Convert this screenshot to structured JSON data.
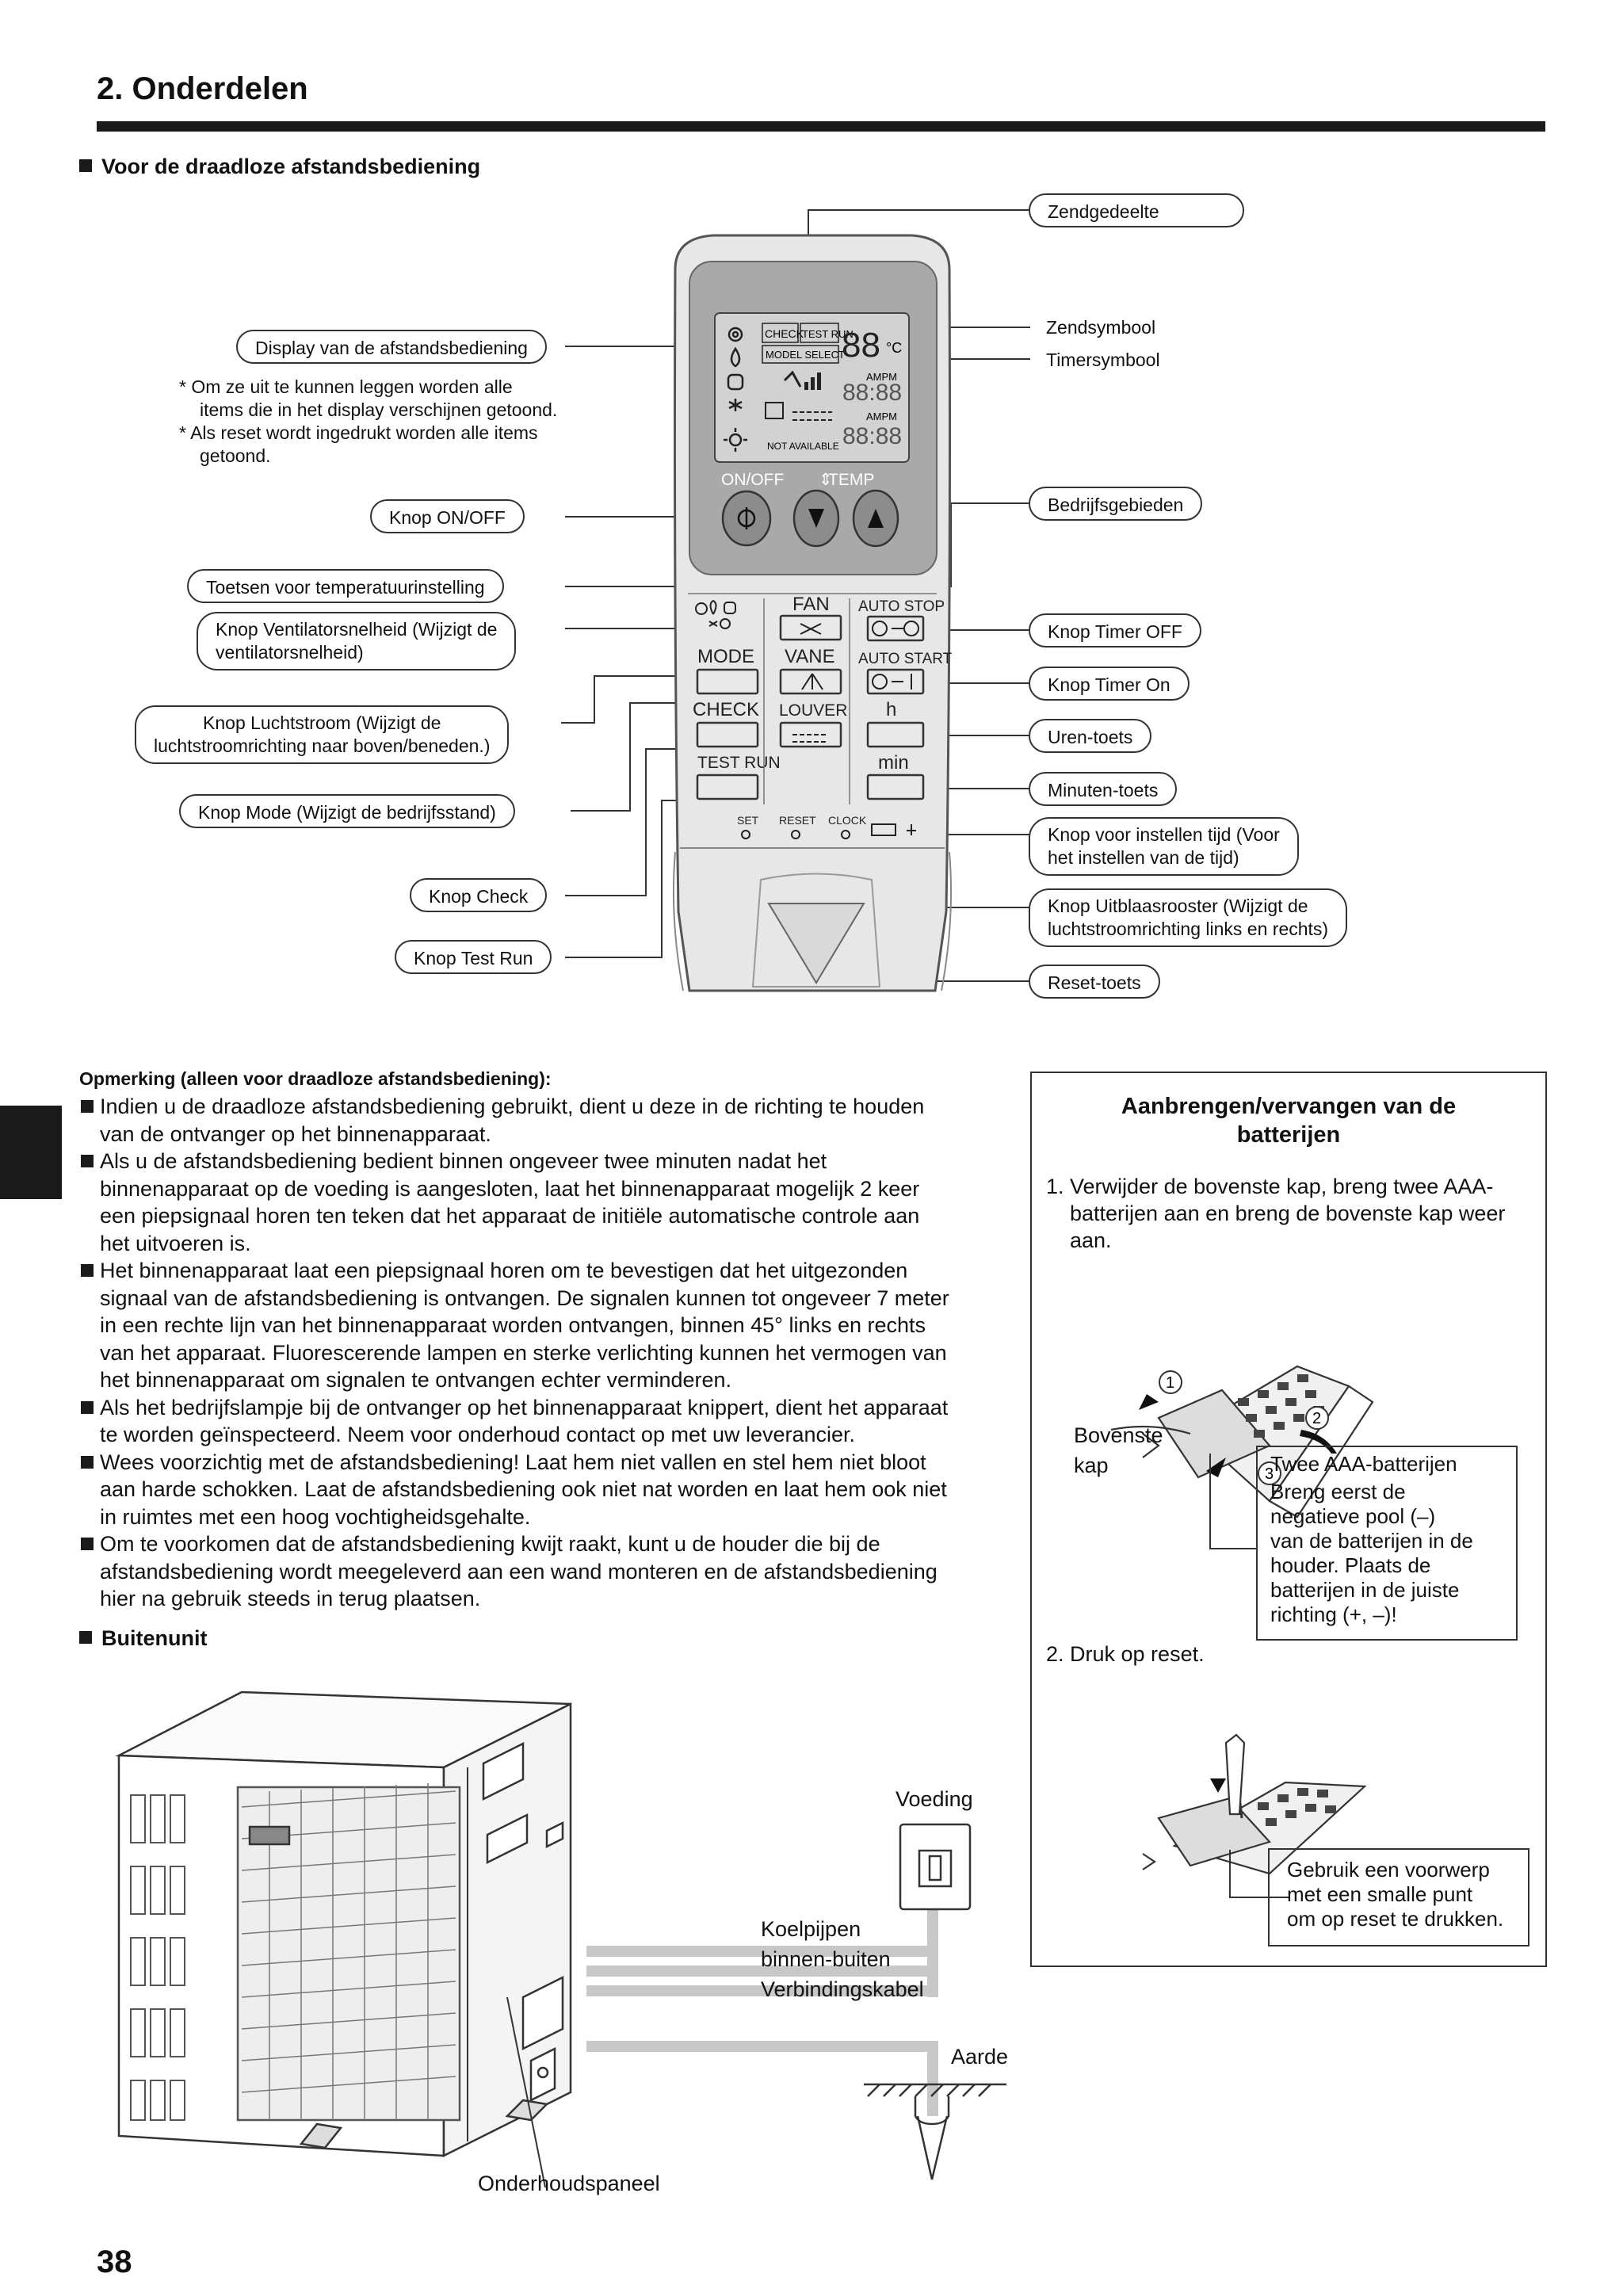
{
  "header": {
    "title": "2. Onderdelen"
  },
  "remote_section": {
    "title": "Voor de draadloze afstandsbediening"
  },
  "remote_labels": {
    "transmitter": "Zendgedeelte",
    "display": "Display van de afstandsbediening",
    "display_notes": [
      "* Om ze uit te kunnen leggen worden alle",
      "items die in het display verschijnen getoond.",
      "* Als reset wordt ingedrukt worden alle items",
      "getoond."
    ],
    "send_symbol": "Zendsymbool",
    "timer_symbol": "Timersymbool",
    "on_off": "Knop ON/OFF",
    "operating_areas": "Bedrijfsgebieden",
    "temp_keys": "Toetsen voor temperatuurinstelling",
    "fan_speed_line1": "Knop Ventilatorsnelheid  (Wijzigt de",
    "fan_speed_line2": "ventilatorsnelheid)",
    "timer_off": "Knop Timer OFF",
    "timer_on": "Knop Timer On",
    "airflow_line1": "Knop Luchtstroom (Wijzigt de",
    "airflow_line2": "luchtstroomrichting naar boven/beneden.)",
    "hours": "Uren-toets",
    "minutes": "Minuten-toets",
    "mode": "Knop Mode (Wijzigt de bedrijfsstand)",
    "clock_line1": "Knop voor instellen tijd (Voor",
    "clock_line2": "het instellen van de tijd)",
    "check": "Knop Check",
    "louver_line1": "Knop Uitblaasrooster (Wijzigt de",
    "louver_line2": "luchtstroomrichting links en rechts)",
    "test_run": "Knop Test Run",
    "reset": "Reset-toets"
  },
  "remote_face": {
    "lcd_check": "CHECK",
    "lcd_test_run": "TEST RUN",
    "lcd_model_select": "MODEL SELECT",
    "lcd_not_available": "NOT AVAILABLE",
    "lcd_ampm": "AMPM",
    "lcd_celsius": "°C",
    "on_off": "ON/OFF",
    "temp": "TEMP",
    "fan": "FAN",
    "auto_stop": "AUTO STOP",
    "mode": "MODE",
    "vane": "VANE",
    "auto_start": "AUTO START",
    "check": "CHECK",
    "louver": "LOUVER",
    "h": "h",
    "test_run": "TEST RUN",
    "min": "min",
    "set": "SET",
    "reset": "RESET",
    "clock": "CLOCK"
  },
  "remark": {
    "title": "Opmerking (alleen voor draadloze afstandsbediening):",
    "items": [
      [
        "Indien u de draadloze afstandsbediening gebruikt, dient u deze in de richting te houden",
        "van de ontvanger op het binnenapparaat."
      ],
      [
        "Als u de afstandsbediening bedient binnen ongeveer twee minuten nadat het",
        "binnenapparaat op de voeding is aangesloten, laat het binnenapparaat mogelijk 2 keer",
        "een piepsignaal horen ten teken dat het apparaat de initiële automatische controle aan",
        "het uitvoeren is."
      ],
      [
        "Het binnenapparaat laat een piepsignaal horen om te bevestigen dat het uitgezonden",
        "signaal van de afstandsbediening is ontvangen. De signalen kunnen tot ongeveer 7 meter",
        "in een rechte lijn van het binnenapparaat worden ontvangen, binnen 45° links en rechts",
        "van het apparaat. Fluorescerende lampen en sterke verlichting kunnen het vermogen van",
        "het binnenapparaat om signalen te ontvangen echter verminderen."
      ],
      [
        "Als het bedrijfslampje bij de ontvanger op het binnenapparaat knippert, dient het apparaat",
        "te worden geïnspecteerd. Neem voor onderhoud contact op met uw leverancier."
      ],
      [
        "Wees voorzichtig met de afstandsbediening! Laat hem niet vallen en stel hem niet bloot",
        "aan harde schokken. Laat de afstandsbediening ook niet nat worden en laat hem ook niet",
        "in ruimtes met een hoog vochtigheidsgehalte."
      ],
      [
        "Om te voorkomen dat de afstandsbediening kwijt raakt, kunt u de houder die bij de",
        "afstandsbediening wordt meegeleverd aan een wand monteren en de afstandsbediening",
        "hier na gebruik steeds in terug plaatsen."
      ]
    ]
  },
  "outdoor": {
    "title": "Buitenunit",
    "power": "Voeding",
    "pipes": "Koelpijpen",
    "cable_line1": "binnen-buiten",
    "cable_line2": "Verbindingskabel",
    "earth": "Aarde",
    "service_panel": "Onderhoudspaneel"
  },
  "battery": {
    "title_line1": "Aanbrengen/vervangen van de",
    "title_line2": "batterijen",
    "step1_line1": "1. Verwijder de bovenste kap, breng twee AAA-",
    "step1_line2": "batterijen aan en breng de bovenste kap weer",
    "step1_line3": "aan.",
    "marker1": "1",
    "marker2": "2",
    "marker3": "3",
    "top_cover_line1": "Bovenste",
    "top_cover_line2": "kap",
    "two_aaa": "Twee AAA-batterijen",
    "insert_lines": [
      "Breng eerst de",
      "negatieve pool (–)",
      "van de batterijen in de",
      "houder. Plaats de",
      "batterijen in de juiste",
      "richting (+, –)!"
    ],
    "step2": "2. Druk op reset.",
    "tool_lines": [
      "Gebruik een voorwerp",
      "met een smalle punt",
      "om op reset te drukken."
    ]
  },
  "footer": {
    "page_number": "38"
  }
}
